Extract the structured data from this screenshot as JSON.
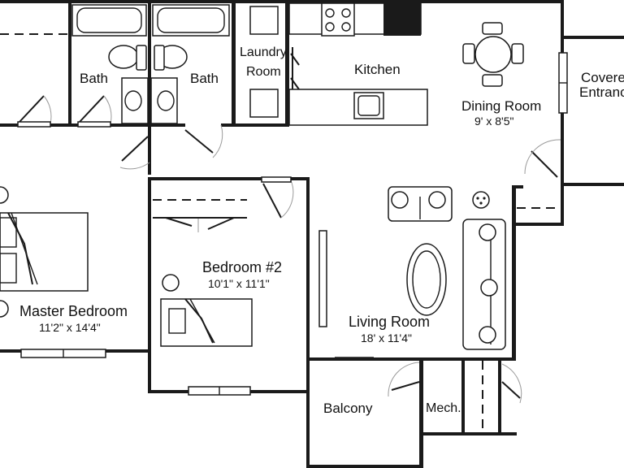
{
  "rooms": {
    "bath_left": {
      "name": "Bath"
    },
    "bath_right": {
      "name": "Bath"
    },
    "laundry": {
      "name_line1": "Laundry",
      "name_line2": "Room"
    },
    "kitchen": {
      "name": "Kitchen"
    },
    "dining": {
      "name": "Dining Room",
      "dims": "9' x 8'5\""
    },
    "covered_entry": {
      "name_line1": "Covered",
      "name_line2": "Entrance"
    },
    "master": {
      "name": "Master Bedroom",
      "dims": "11'2\" x 14'4\""
    },
    "bedroom2": {
      "name": "Bedroom #2",
      "dims": "10'1\" x 11'1\""
    },
    "living": {
      "name": "Living Room",
      "dims": "18' x 11'4\""
    },
    "balcony": {
      "name": "Balcony"
    },
    "mech": {
      "name": "Mech."
    }
  }
}
